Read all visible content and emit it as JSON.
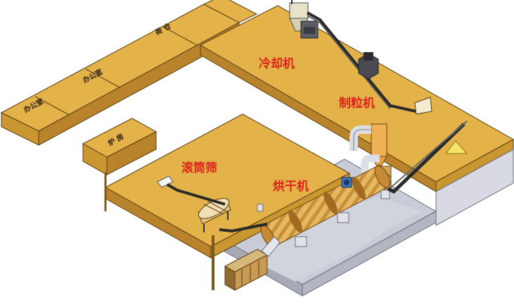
{
  "labels": {
    "cooler": "冷却机",
    "granulator": "制粒机",
    "drum_screen": "滚筒筛",
    "dryer": "烘干机"
  },
  "rooms": {
    "warehouse": "荷 仓",
    "office_1": "办公室",
    "office_2": "办公室",
    "boiler": "炉 房"
  },
  "colors": {
    "floor_top": "#e3b349",
    "floor_front": "#b8832a",
    "floor_side": "#c9962f",
    "concrete": "#c9cbd6",
    "label": "#e0231b"
  }
}
